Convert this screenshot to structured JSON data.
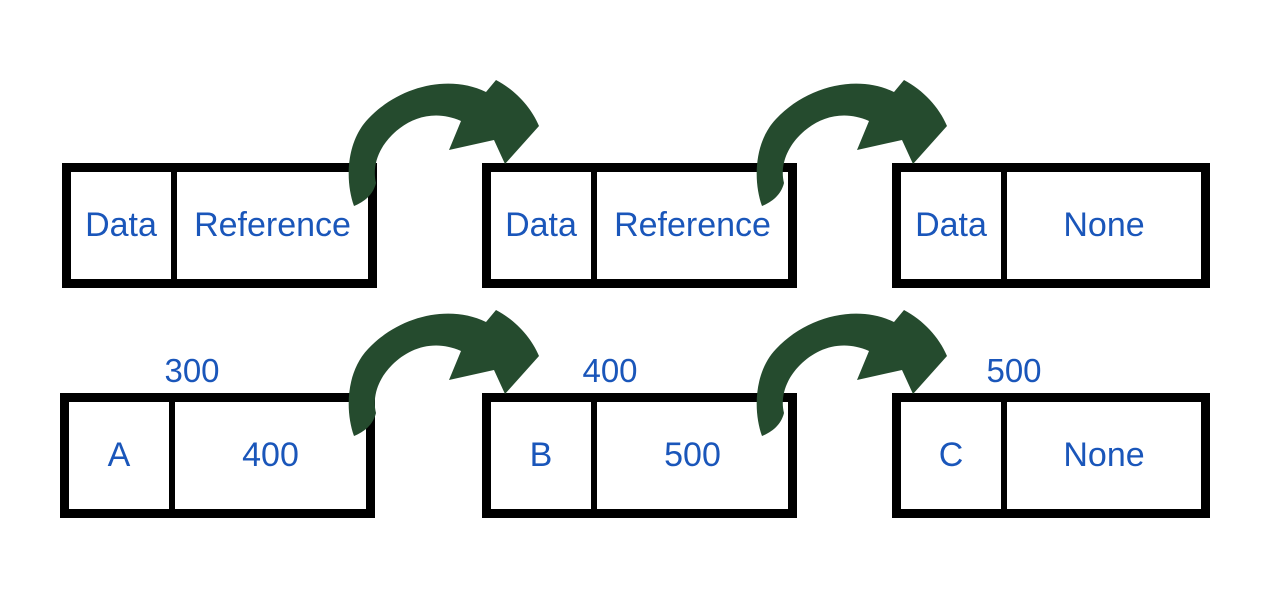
{
  "colors": {
    "text_blue": "#1a56ba",
    "arrow_green": "#254b2e",
    "border_black": "#000000",
    "background": "#ffffff"
  },
  "icons": {
    "arrow": "curved-next-pointer-arrow"
  },
  "top_row": {
    "nodes": [
      {
        "data": "Data",
        "reference": "Reference"
      },
      {
        "data": "Data",
        "reference": "Reference"
      },
      {
        "data": "Data",
        "reference": "None"
      }
    ]
  },
  "bottom_row": {
    "nodes": [
      {
        "address": "300",
        "data": "A",
        "reference": "400"
      },
      {
        "address": "400",
        "data": "B",
        "reference": "500"
      },
      {
        "address": "500",
        "data": "C",
        "reference": "None"
      }
    ]
  }
}
